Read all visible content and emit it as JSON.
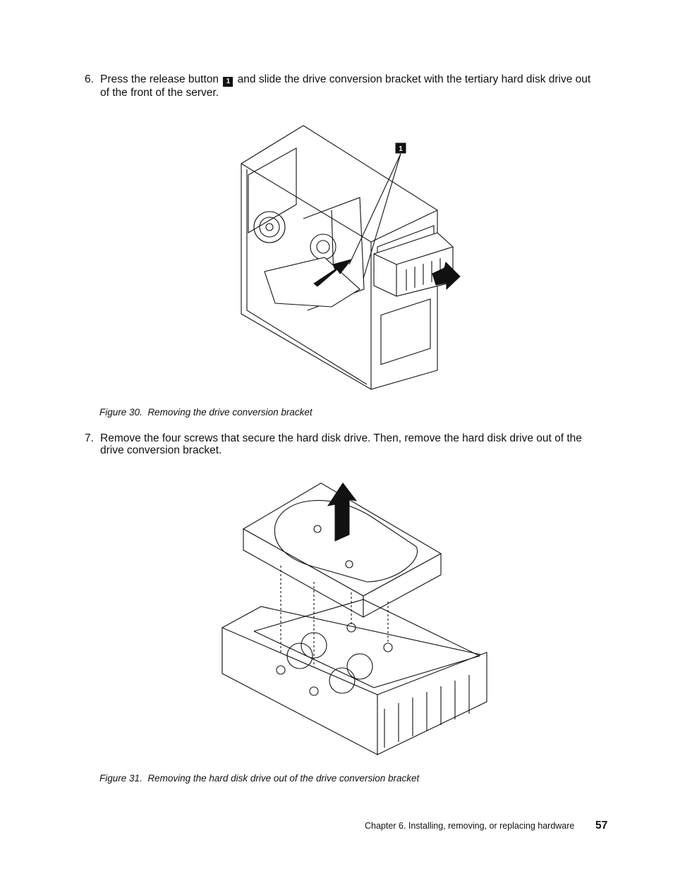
{
  "step6": {
    "number": "6.",
    "text_before": "Press the release button",
    "callout": "1",
    "text_after": "and slide the drive conversion bracket with the tertiary hard disk drive out of the front of the server."
  },
  "figure30": {
    "callout": "1",
    "caption_label": "Figure 30.",
    "caption_text": "Removing the drive conversion bracket"
  },
  "step7": {
    "number": "7.",
    "text": "Remove the four screws that secure the hard disk drive. Then, remove the hard disk drive out of the drive conversion bracket."
  },
  "figure31": {
    "caption_label": "Figure 31.",
    "caption_text": "Removing the hard disk drive out of the drive conversion bracket"
  },
  "footer": {
    "chapter": "Chapter 6. Installing, removing, or replacing hardware",
    "page_number": "57"
  }
}
